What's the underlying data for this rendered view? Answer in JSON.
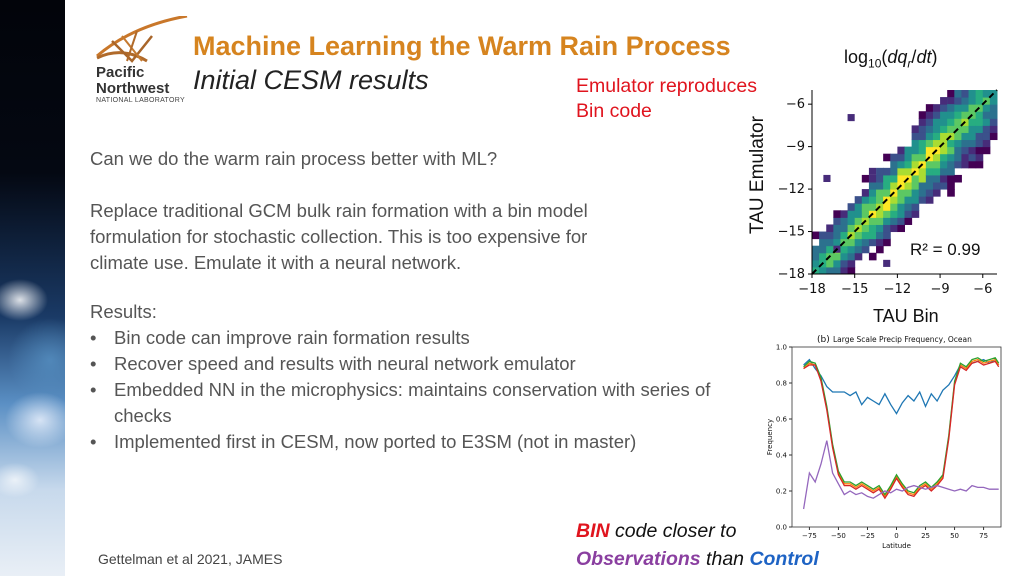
{
  "logo": {
    "line1": "Pacific",
    "line2": "Northwest",
    "line3": "NATIONAL LABORATORY"
  },
  "header": {
    "title": "Machine Learning the Warm Rain Process",
    "subtitle": "Initial CESM results"
  },
  "emulator_note": {
    "line1": "Emulator reproduces",
    "line2": "Bin code"
  },
  "body": {
    "question": "Can we do the warm rain process better with ML?",
    "para_line1": "Replace traditional GCM bulk rain formation with a bin model",
    "para_line2": "formulation for stochastic collection. This is too expensive for",
    "para_line3": "climate use. Emulate it with a neural network.",
    "results_heading": "Results:",
    "bullets": [
      "Bin code can improve rain formation results",
      "Recover speed and results with neural network emulator",
      "Embedded NN in the microphysics: maintains conservation with series of checks",
      "Implemented first in CESM, now ported to E3SM (not in master)"
    ]
  },
  "citation": "Gettelman et al 2021, JAMES",
  "bin_note": {
    "bin": "BIN",
    "mid": " code closer to",
    "obs": "Observations",
    "than": " than ",
    "control": "Control"
  },
  "chart_data": [
    {
      "type": "heatmap",
      "title": "log10(dqr/dt)",
      "xlabel": "TAU Bin",
      "ylabel": "TAU Emulator",
      "xlim": [
        -18,
        -5
      ],
      "ylim": [
        -18,
        -5
      ],
      "x_ticks": [
        "−18",
        "−15",
        "−12",
        "−9",
        "−6"
      ],
      "y_ticks": [
        "−6",
        "−9",
        "−12",
        "−15",
        "−18"
      ],
      "annotation": "R² = 0.99",
      "one_to_one_line": true,
      "colormap": "viridis"
    },
    {
      "type": "line",
      "title": "Large Scale Precip Frequency, Ocean",
      "panel_label": "(b)",
      "xlabel": "Latitude",
      "ylabel": "Frequency",
      "x_ticks": [
        "−75",
        "−50",
        "−25",
        "0",
        "25",
        "50",
        "75"
      ],
      "y_ticks": [
        "0.0",
        "0.2",
        "0.4",
        "0.6",
        "0.8",
        "1.0"
      ],
      "xlim": [
        -90,
        90
      ],
      "ylim": [
        0,
        1.0
      ],
      "x": [
        -80,
        -75,
        -70,
        -65,
        -60,
        -55,
        -50,
        -45,
        -40,
        -35,
        -30,
        -25,
        -20,
        -15,
        -10,
        -5,
        0,
        5,
        10,
        15,
        20,
        25,
        30,
        35,
        40,
        45,
        50,
        55,
        60,
        65,
        70,
        75,
        80,
        85,
        88
      ],
      "series": [
        {
          "color": "#1f77b4",
          "values": [
            0.9,
            0.93,
            0.88,
            0.84,
            0.78,
            0.75,
            0.75,
            0.75,
            0.73,
            0.75,
            0.68,
            0.72,
            0.7,
            0.68,
            0.74,
            0.68,
            0.63,
            0.69,
            0.73,
            0.7,
            0.75,
            0.67,
            0.74,
            0.7,
            0.76,
            0.79,
            0.84,
            0.9,
            0.88,
            0.91,
            0.92,
            0.93,
            0.91,
            0.93,
            0.9
          ]
        },
        {
          "color": "#ff7f0e",
          "values": [
            0.88,
            0.91,
            0.9,
            0.82,
            0.66,
            0.45,
            0.3,
            0.24,
            0.24,
            0.22,
            0.24,
            0.22,
            0.2,
            0.22,
            0.17,
            0.22,
            0.28,
            0.23,
            0.19,
            0.18,
            0.22,
            0.24,
            0.21,
            0.24,
            0.28,
            0.5,
            0.8,
            0.9,
            0.88,
            0.92,
            0.93,
            0.91,
            0.92,
            0.93,
            0.9
          ]
        },
        {
          "color": "#2ca02c",
          "values": [
            0.89,
            0.92,
            0.91,
            0.83,
            0.67,
            0.46,
            0.31,
            0.25,
            0.25,
            0.23,
            0.25,
            0.23,
            0.21,
            0.23,
            0.18,
            0.23,
            0.29,
            0.24,
            0.2,
            0.19,
            0.23,
            0.25,
            0.22,
            0.25,
            0.29,
            0.51,
            0.81,
            0.91,
            0.89,
            0.93,
            0.94,
            0.92,
            0.93,
            0.94,
            0.91
          ]
        },
        {
          "color": "#d62728",
          "values": [
            0.88,
            0.9,
            0.9,
            0.81,
            0.65,
            0.44,
            0.29,
            0.23,
            0.23,
            0.21,
            0.23,
            0.21,
            0.19,
            0.21,
            0.16,
            0.21,
            0.27,
            0.22,
            0.18,
            0.17,
            0.21,
            0.23,
            0.2,
            0.23,
            0.27,
            0.49,
            0.79,
            0.89,
            0.87,
            0.91,
            0.92,
            0.9,
            0.91,
            0.92,
            0.89
          ]
        },
        {
          "color": "#9467bd",
          "values": [
            0.1,
            0.3,
            0.25,
            0.35,
            0.48,
            0.3,
            0.24,
            0.18,
            0.2,
            0.18,
            0.19,
            0.17,
            0.16,
            0.18,
            0.2,
            0.19,
            0.21,
            0.2,
            0.22,
            0.23,
            0.22,
            0.21,
            0.22,
            0.23,
            0.22,
            0.21,
            0.2,
            0.21,
            0.2,
            0.23,
            0.22,
            0.22,
            0.21,
            0.21,
            0.21
          ]
        }
      ]
    }
  ]
}
